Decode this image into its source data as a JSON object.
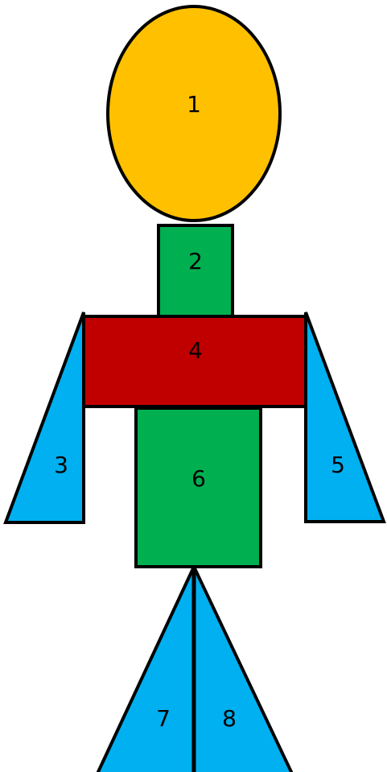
{
  "colors": {
    "head": "#FFC000",
    "green": "#00B050",
    "red": "#C00000",
    "blue": "#00B0F0",
    "outline": "#000000"
  },
  "parts": [
    {
      "id": "head",
      "label": "1",
      "shape": "ellipse",
      "color": "#FFC000"
    },
    {
      "id": "neck",
      "label": "2",
      "shape": "rectangle",
      "color": "#00B050"
    },
    {
      "id": "left-arm",
      "label": "3",
      "shape": "triangle",
      "color": "#00B0F0"
    },
    {
      "id": "shoulders",
      "label": "4",
      "shape": "rectangle",
      "color": "#C00000"
    },
    {
      "id": "right-arm",
      "label": "5",
      "shape": "triangle",
      "color": "#00B0F0"
    },
    {
      "id": "torso",
      "label": "6",
      "shape": "rectangle",
      "color": "#00B050"
    },
    {
      "id": "left-leg",
      "label": "7",
      "shape": "triangle",
      "color": "#00B0F0"
    },
    {
      "id": "right-leg",
      "label": "8",
      "shape": "triangle",
      "color": "#00B0F0"
    }
  ]
}
